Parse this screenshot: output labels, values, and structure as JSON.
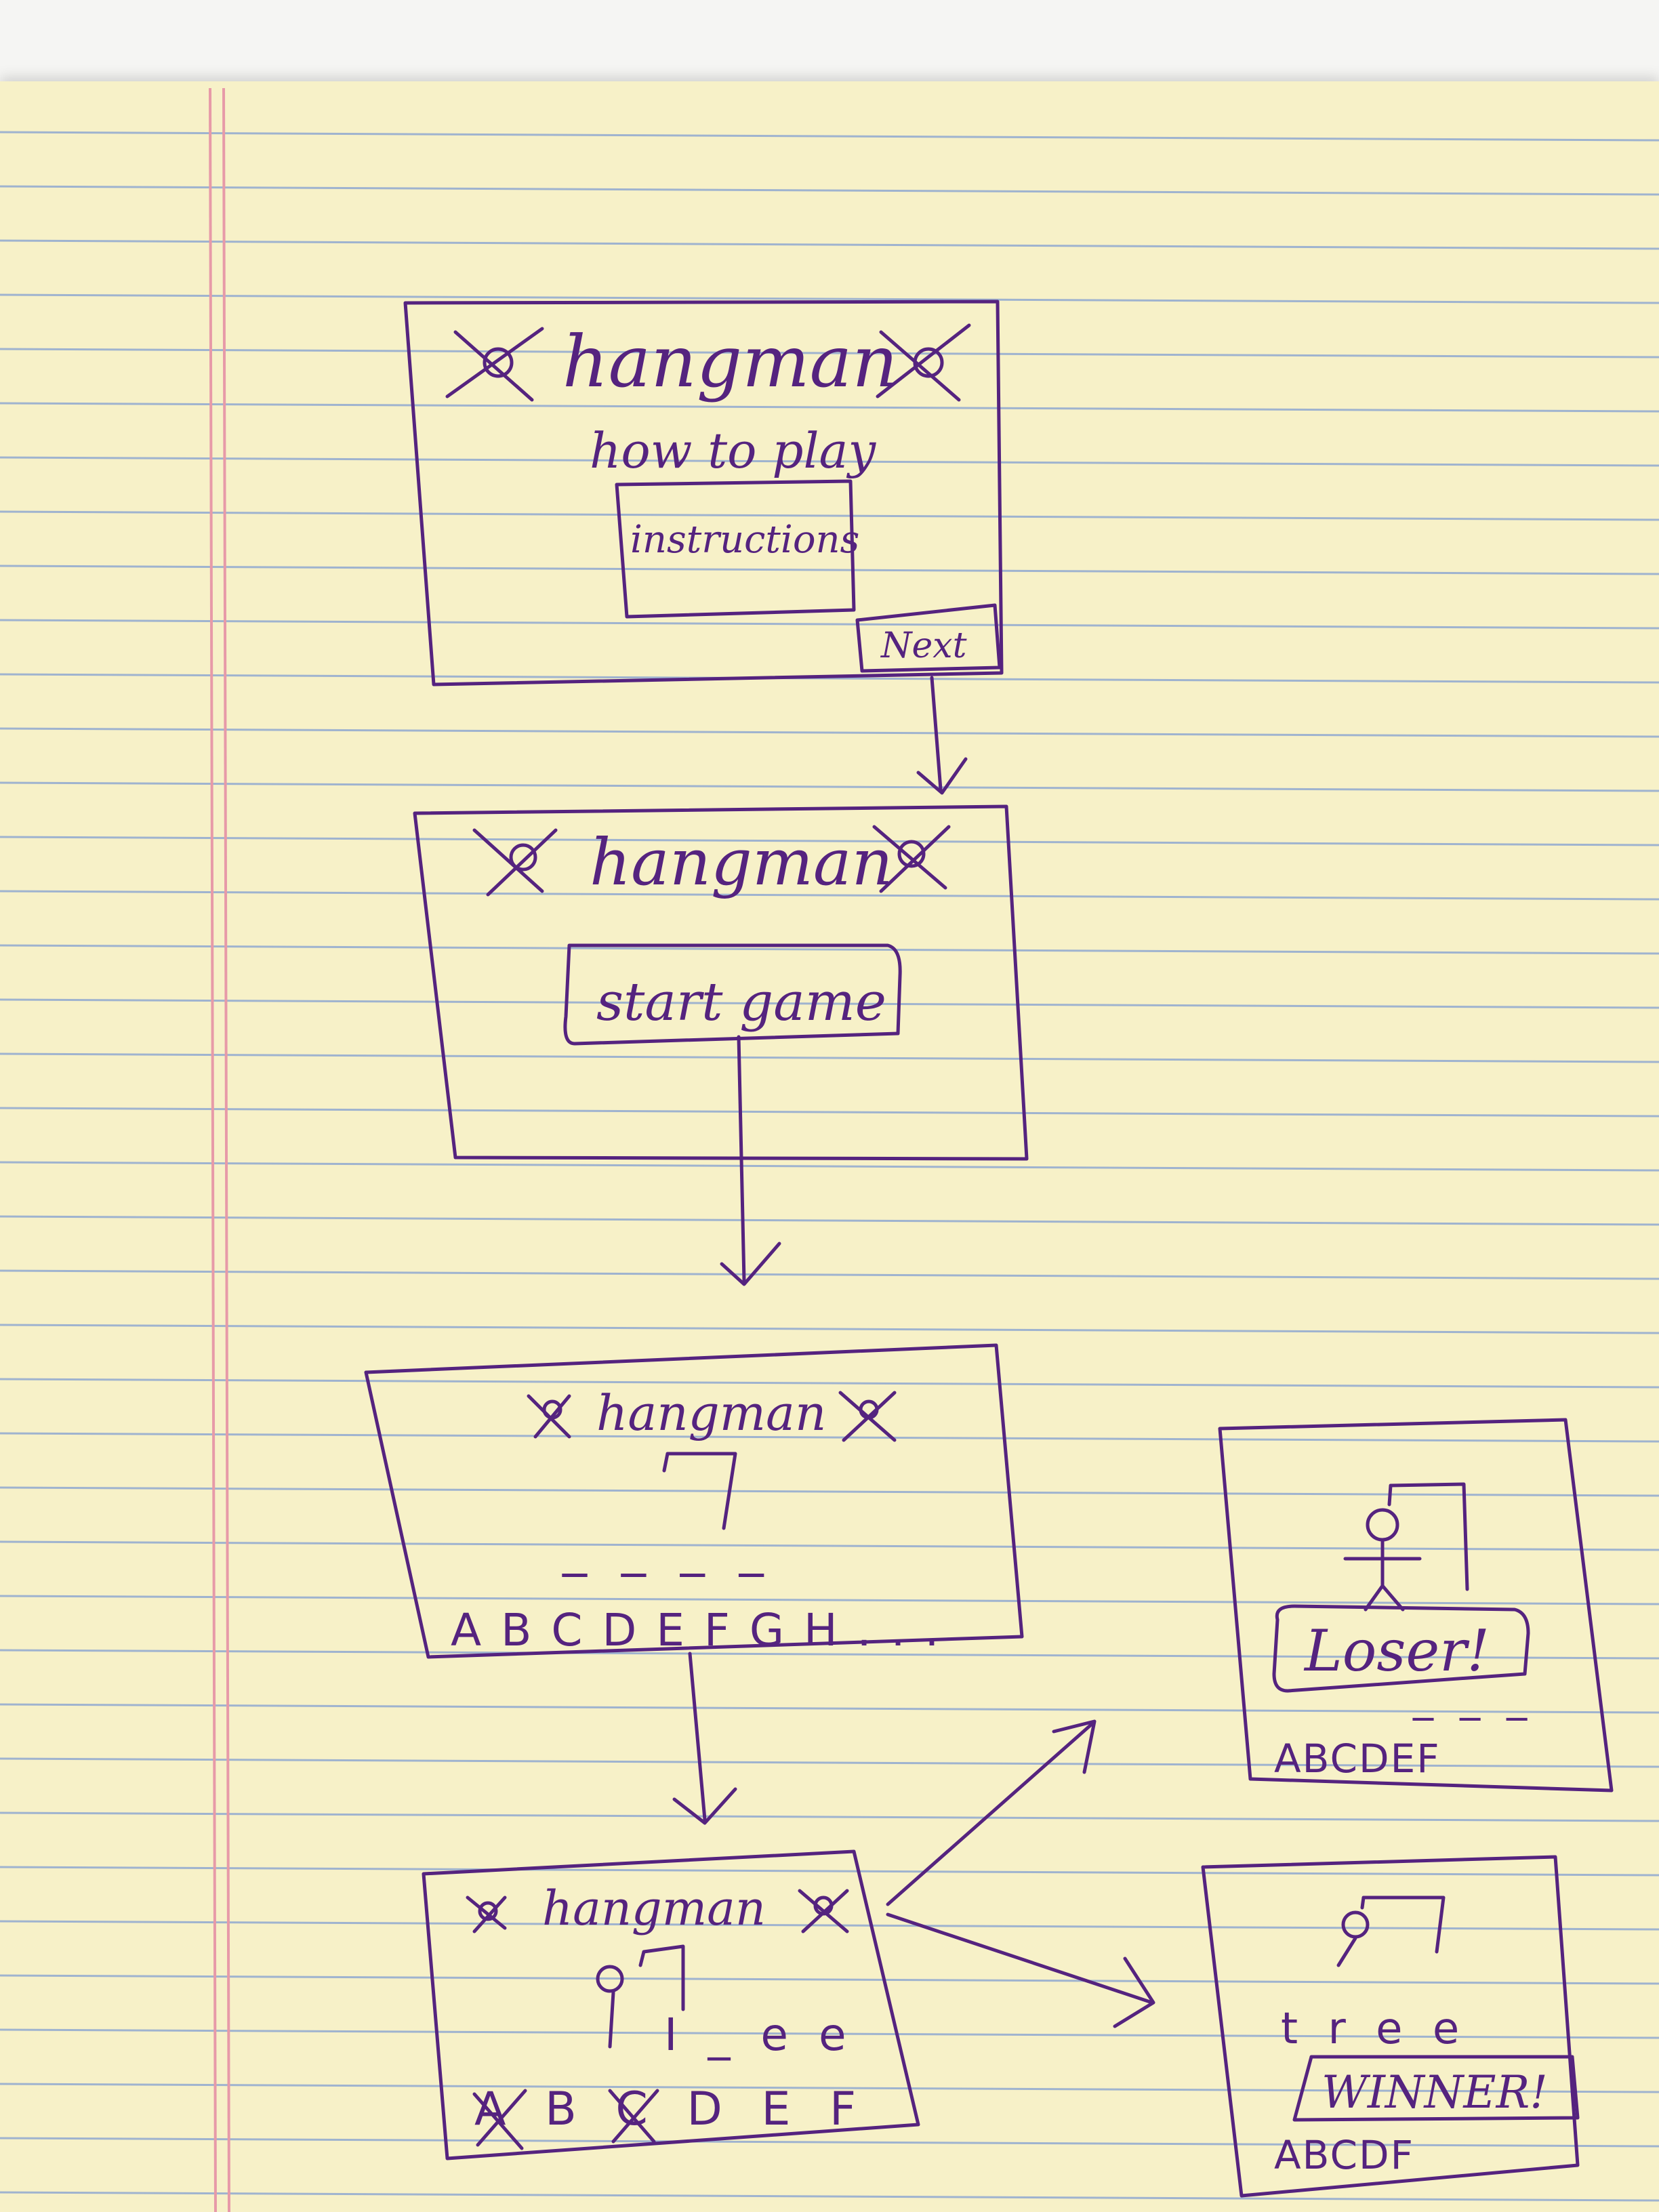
{
  "colors": {
    "ink": "#55237f",
    "paper": "#f7f1c8",
    "rule_line": "#9fb3cf",
    "margin_line": "#e79aa8"
  },
  "screens": {
    "instructions_screen": {
      "title": "hangman",
      "subtitle": "how to play",
      "instructions_box": "instructions",
      "next_button": "Next"
    },
    "start_screen": {
      "title": "hangman",
      "start_button": "start game"
    },
    "game_screen": {
      "title": "hangman",
      "word_blanks": "_ _ _ _",
      "alphabet": "A B C D E F G H . . ."
    },
    "in_progress_screen": {
      "title": "hangman",
      "word_progress": "I _ e e",
      "alphabet": "A B C D E F"
    },
    "loser_screen": {
      "banner": "Loser!",
      "word_blanks": "_ _ _",
      "alphabet": "ABCDEF"
    },
    "winner_screen": {
      "word": "t r e e",
      "banner": "WINNER!",
      "alphabet": "ABCDF"
    }
  }
}
